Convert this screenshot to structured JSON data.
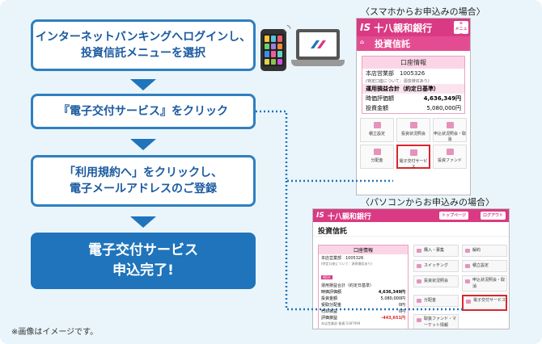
{
  "steps": [
    {
      "line1": "インターネットバンキングへログインし、",
      "line2": "投資信託メニューを選択"
    },
    {
      "line1": "『電子交付サービス』をクリック"
    },
    {
      "line1": "「利用規約へ」をクリックし、",
      "line2": "電子メールアドレスのご登録"
    },
    {
      "line1": "電子交付サービス",
      "line2": "申込完了!"
    }
  ],
  "note": "※画像はイメージです。",
  "captions": {
    "smartphone": "〈スマホからお申込みの場合〉",
    "pc": "〈パソコンからお申込みの場合〉"
  },
  "colors": {
    "primary": "#1f74bb",
    "pink": "#d93a83",
    "highlight": "#d9262c"
  },
  "smartphone": {
    "bank": "十八親和銀行",
    "menu": "メニュー",
    "home": "トップ",
    "title": "投資信託",
    "account_title": "口座情報",
    "branch": "本店営業部　1005326",
    "branch_sub": "(特定口座について：源泉徴収あり)",
    "eval_title": "運用損益合計（約定日基準）",
    "eval_label": "時価評価額",
    "eval_value": "4,636,349円",
    "cost_label": "投資金額",
    "cost_value": "5,080,000円",
    "menu_items": [
      "積立設定",
      "投資状況照会",
      "申込状況照会・取消",
      "分配金",
      "電子交付サービス",
      "投資ファンド"
    ]
  },
  "pc": {
    "bank": "十八親和銀行",
    "top_button": "トップページ",
    "logout_button": "ログアウト",
    "title": "投資信託",
    "account_title": "口座情報",
    "branch": "本店営業部　1005326",
    "branch_sub": "(特定口座について：源泉徴収あり)",
    "tag": "NISA",
    "eval_title": "運用損益合計（約定日基準）",
    "rows": [
      {
        "label": "時価評価額",
        "value": "4,636,349円"
      },
      {
        "label": "投資金額",
        "value": "5,080,000円"
      },
      {
        "label": "受取分配金",
        "value": "0円"
      },
      {
        "label": "売却損益",
        "value": "0円"
      },
      {
        "label": "評価損益",
        "value": "-443,651円"
      }
    ],
    "footer": "本店営業部 普通 0387999",
    "menu_items": [
      "購入・募集",
      "解約",
      "スイッチング",
      "積立設定",
      "投資状況照会",
      "申込状況照会・取消",
      "分配金",
      "電子交付サービス",
      "取扱ファンド・マーケット情報"
    ]
  }
}
